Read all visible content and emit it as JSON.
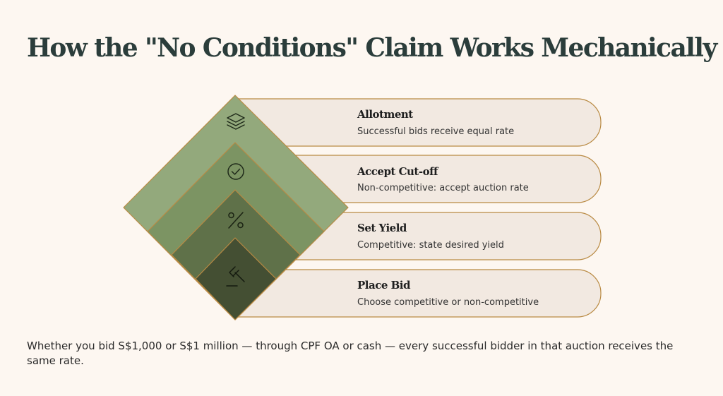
{
  "page": {
    "title": "How the \"No Conditions\" Claim Works Mechanically",
    "footnote": "Whether you bid S$1,000 or S$1 million — through CPF OA or cash — every successful bidder in that auction receives the same rate."
  },
  "colors": {
    "background": "#fdf7f1",
    "card_fill": "#f2e9e1",
    "card_border": "#b98a43",
    "level_1": "#93a97c",
    "level_2": "#7c9463",
    "level_3": "#5f7149",
    "level_4": "#444f33",
    "title_text": "#2b3d3b"
  },
  "steps": [
    {
      "title": "Allotment",
      "description": "Successful bids receive equal rate",
      "icon": "layers-icon"
    },
    {
      "title": "Accept Cut-off",
      "description": "Non-competitive: accept auction rate",
      "icon": "check-circle-icon"
    },
    {
      "title": "Set Yield",
      "description": "Competitive: state desired yield",
      "icon": "percent-icon"
    },
    {
      "title": "Place Bid",
      "description": "Choose competitive or non-competitive",
      "icon": "gavel-icon"
    }
  ]
}
